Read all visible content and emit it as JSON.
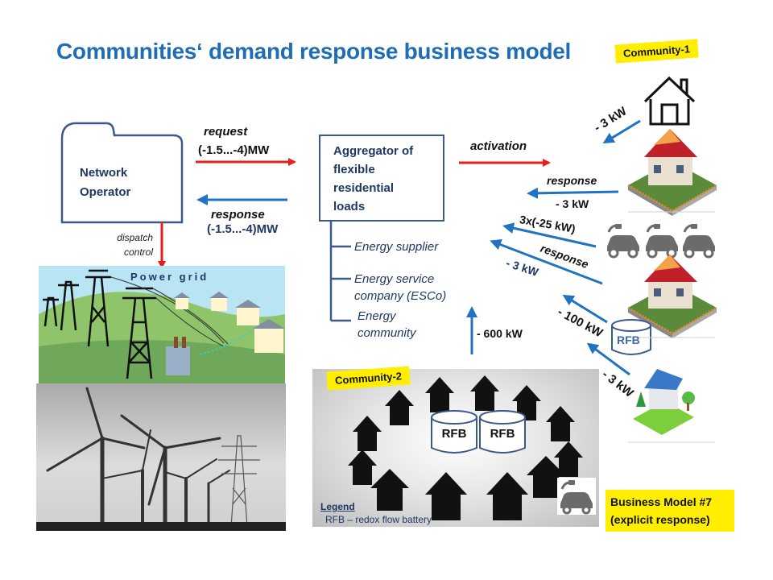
{
  "title": "Communities‘ demand response business model",
  "community1": {
    "label": "Community-1"
  },
  "community2": {
    "label": "Community-2"
  },
  "network_operator": {
    "line1": "Network",
    "line2": "Operator"
  },
  "dispatch": {
    "line1": "dispatch",
    "line2": "control"
  },
  "power_grid": {
    "label": "Power grid"
  },
  "request": {
    "label": "request",
    "value": "(-1.5...-4)MW"
  },
  "response_mw": {
    "label": "response",
    "value": "(-1.5...-4)MW"
  },
  "aggregator": {
    "lines": [
      "Aggregator of",
      "flexible",
      "residential",
      "loads"
    ]
  },
  "aggregator_types": [
    {
      "line1": "Energy supplier"
    },
    {
      "line1": "Energy service",
      "line2": "company (ESCo)"
    },
    {
      "line1": "Energy",
      "line2": "community"
    }
  ],
  "activation": {
    "label": "activation"
  },
  "flows": {
    "house1": "- 3 kW",
    "house2_label": "response",
    "house2_value": "- 3 kW",
    "ev": "3x(-25 kW)",
    "house3_label": "response",
    "house3_value": "- 3 kW",
    "rfb": "- 100 kW",
    "house4": "- 3 kW",
    "community2": "- 600 kW"
  },
  "rfb_labels": {
    "single": "RFB",
    "c2_a": "RFB",
    "c2_b": "RFB"
  },
  "legend": {
    "title": "Legend",
    "text": "RFB – redox flow battery"
  },
  "business_model": {
    "line1": "Business Model #7",
    "line2": "(explicit response)"
  },
  "colors": {
    "title": "#1f6db5",
    "navy": "#1f3864",
    "red_arrow": "#e81e1e",
    "blue_arrow": "#1f73c0",
    "tag_yellow": "#ffee00"
  }
}
